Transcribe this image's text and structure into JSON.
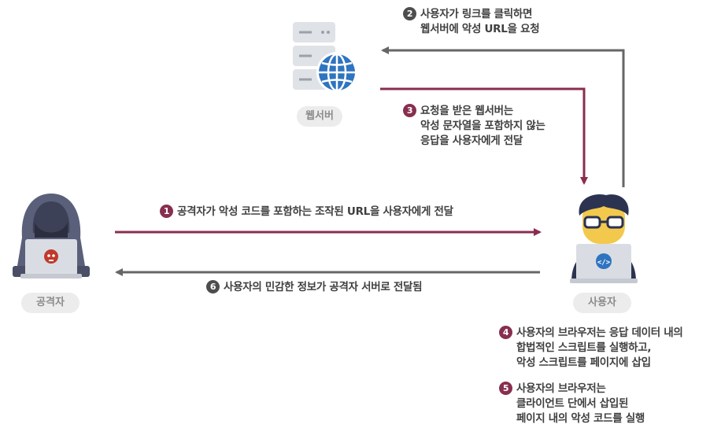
{
  "colors": {
    "gray_arrow": "#666666",
    "red_arrow": "#8a2c4f",
    "hood": "#5a5f7a",
    "laptop": "#d9dde3",
    "user_hair": "#2c3350",
    "user_face": "#f2c94c",
    "globe": "#2f74c0"
  },
  "icons": {
    "webserver": "server-globe-icon",
    "attacker": "hooded-hacker-icon",
    "user": "user-laptop-icon"
  },
  "nodes": {
    "webserver": "웹서버",
    "attacker": "공격자",
    "user": "사용자"
  },
  "steps": [
    {
      "num": "1",
      "lines": [
        "공격자가 악성 코드를  포함하는 조작된 URL을 사용자에게 전달"
      ]
    },
    {
      "num": "2",
      "lines": [
        "사용자가 링크를 클릭하면",
        "웹서버에 악성 URL을 요청"
      ]
    },
    {
      "num": "3",
      "lines": [
        "요청을 받은 웹서버는",
        "악성 문자열을 포함하지 않는",
        "응답을 사용자에게 전달"
      ]
    },
    {
      "num": "4",
      "lines": [
        "사용자의 브라우저는 응답 데이터 내의",
        "합법적인 스크립트를 실행하고,",
        "악성 스크립트를 페이지에 삽입"
      ]
    },
    {
      "num": "5",
      "lines": [
        "사용자의 브라우저는",
        "클라이언트 단에서 삽입된",
        "페이지 내의 악성 코드를 실행"
      ]
    },
    {
      "num": "6",
      "lines": [
        "사용자의 민감한 정보가 공격자 서버로 전달됨"
      ]
    }
  ]
}
